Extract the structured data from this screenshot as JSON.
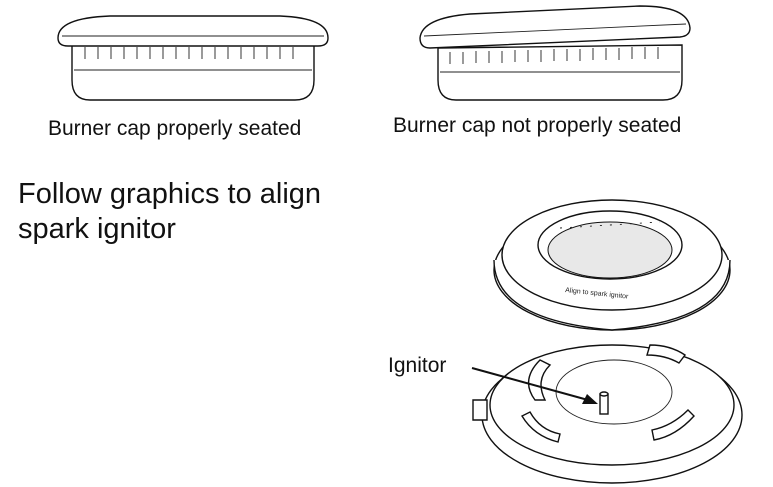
{
  "captions": {
    "seated": "Burner cap properly seated",
    "not_seated": "Burner cap not properly seated"
  },
  "instruction": "Follow graphics to align spark ignitor",
  "callout": {
    "ignitor": "Ignitor"
  },
  "ring_marking": "Align to spark ignitor"
}
